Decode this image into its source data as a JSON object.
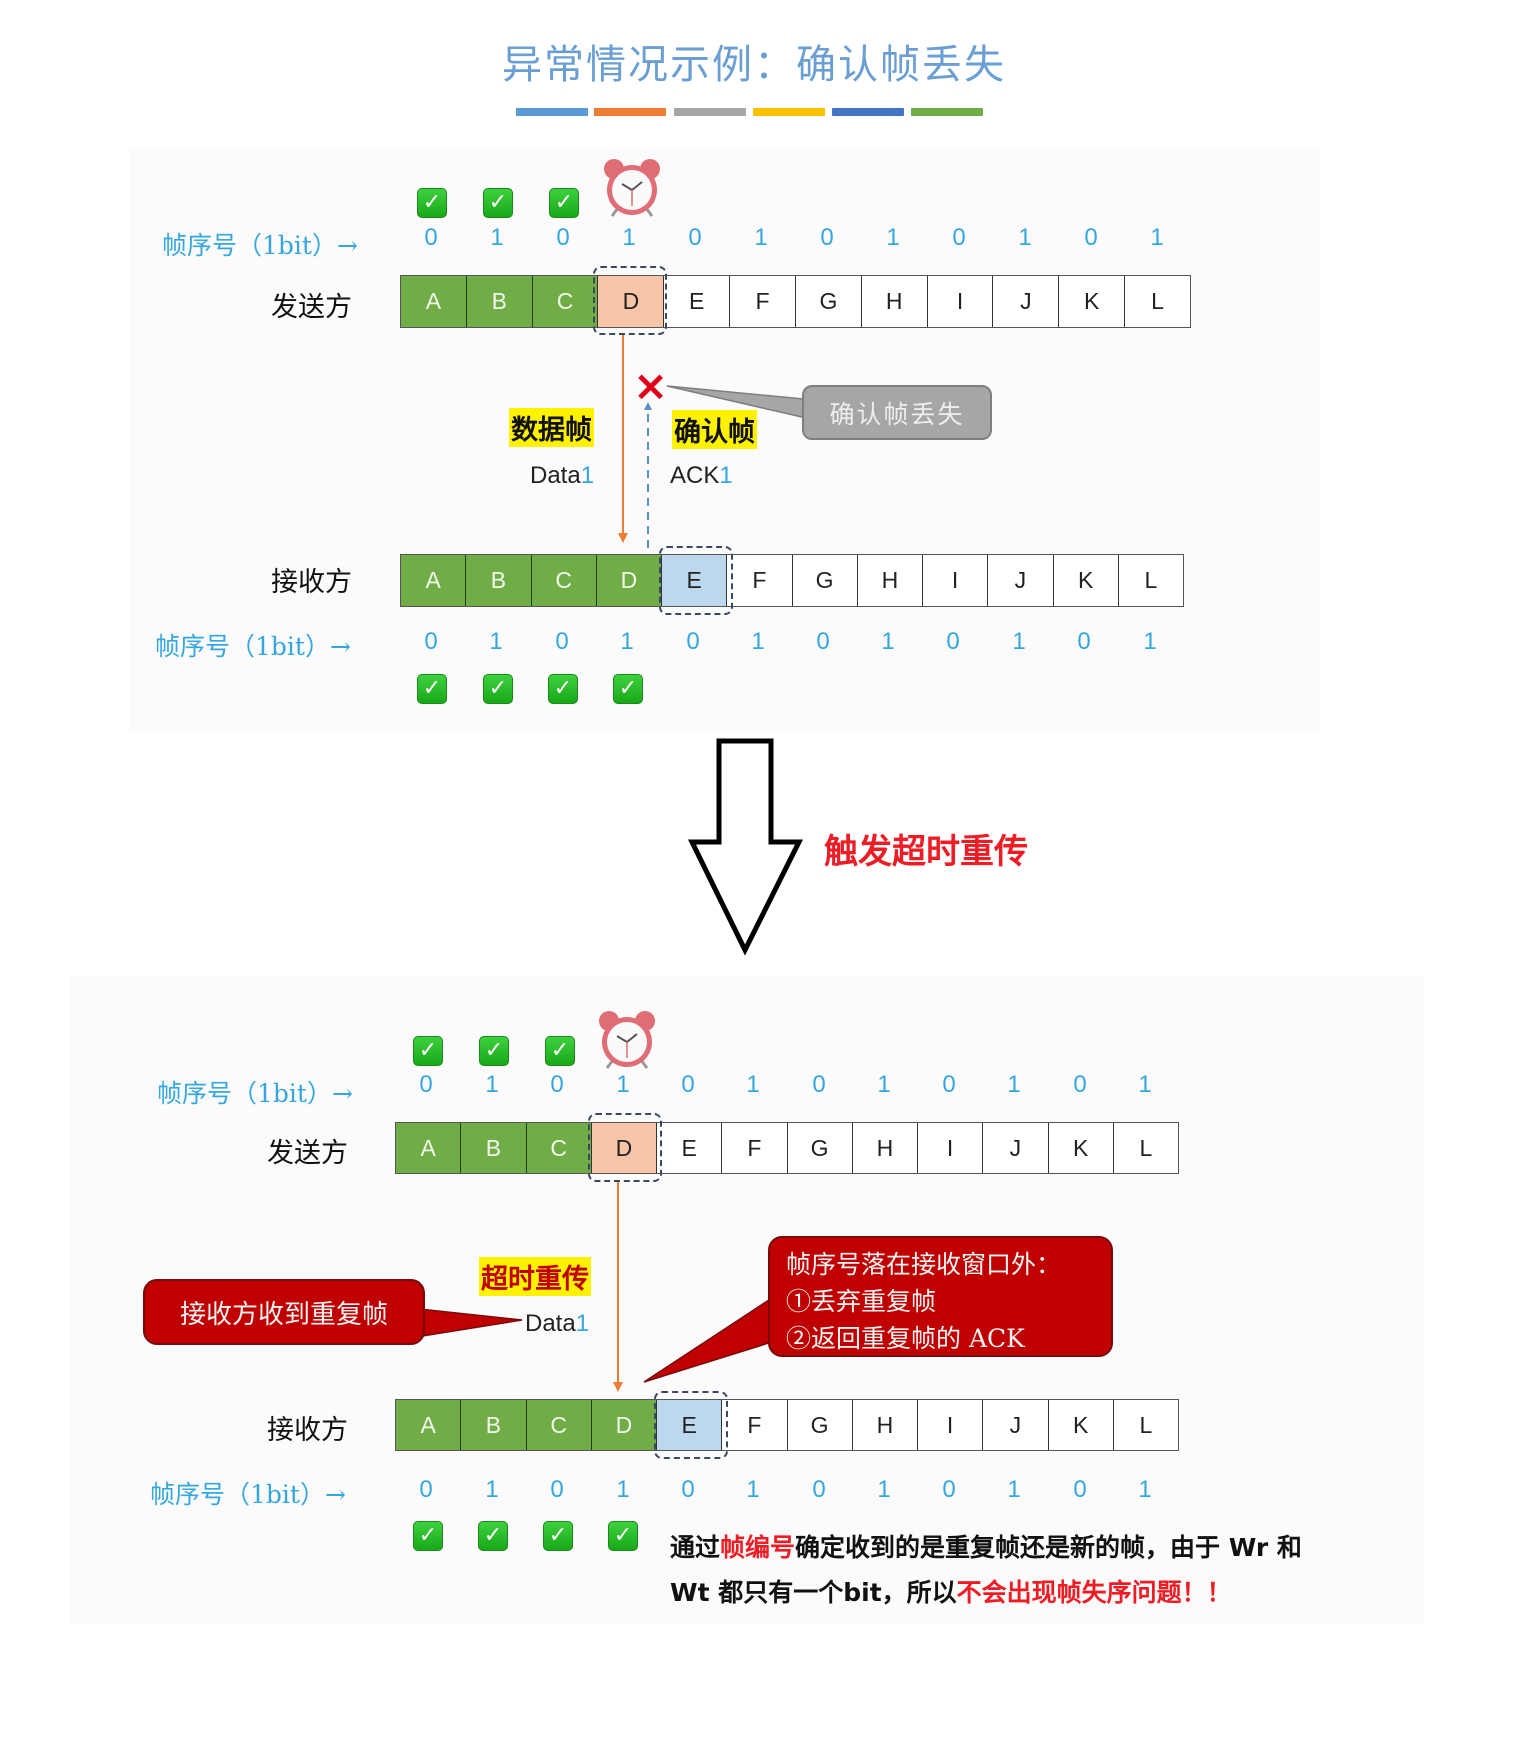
{
  "title": "异常情况示例：确认帧丢失",
  "title_bar_colors": [
    "#5b9bd5",
    "#ed7d31",
    "#a5a5a5",
    "#ffc000",
    "#4472c4",
    "#70ad47"
  ],
  "colors": {
    "seq_blue": "#35a7de",
    "done_green": "#70ad47",
    "pending_orange": "#f7c6a8",
    "expect_blue": "#bdd7ee",
    "callout_red": "#c00000",
    "callout_gray": "#a6a6a6",
    "highlight_yellow": "#fff200",
    "emphasis_red": "#ee1c25"
  },
  "frames": [
    "A",
    "B",
    "C",
    "D",
    "E",
    "F",
    "G",
    "H",
    "I",
    "J",
    "K",
    "L"
  ],
  "seq_numbers": [
    "0",
    "1",
    "0",
    "1",
    "0",
    "1",
    "0",
    "1",
    "0",
    "1",
    "0",
    "1"
  ],
  "labels": {
    "seq_label": "帧序号（1bit）→",
    "sender": "发送方",
    "receiver": "接收方",
    "check_glyph": "✓",
    "clock_icon": "alarm-clock"
  },
  "top_diagram": {
    "sender_acked_count": 3,
    "sender_window_frame": "D",
    "receiver_received_count": 4,
    "receiver_window_frame": "E",
    "data_frame_label": "数据帧",
    "data_frame_name": "Data",
    "data_frame_num": "1",
    "ack_frame_label": "确认帧",
    "ack_frame_name": "ACK",
    "ack_frame_num": "1",
    "lost_icon": "×",
    "lost_callout": "确认帧丢失"
  },
  "transition": {
    "label": "触发超时重传"
  },
  "bottom_diagram": {
    "sender_acked_count": 3,
    "sender_window_frame": "D",
    "receiver_received_count": 4,
    "receiver_window_frame": "E",
    "retransmit_label": "超时重传",
    "data_frame_name": "Data",
    "data_frame_num": "1",
    "duplicate_callout": "接收方收到重复帧",
    "outside_window_callout": {
      "line1": "帧序号落在接收窗口外：",
      "line2": "①丢弃重复帧",
      "line3": "②返回重复帧的 ACK"
    }
  },
  "note": {
    "line1_part1": "通过",
    "line1_red": "帧编号",
    "line1_part2": "确定收到的是重复帧还是新的帧，由于 Wr 和",
    "line2_part1": "Wt 都只有一个bit，所以",
    "line2_red": "不会出现帧失序问题！！"
  }
}
